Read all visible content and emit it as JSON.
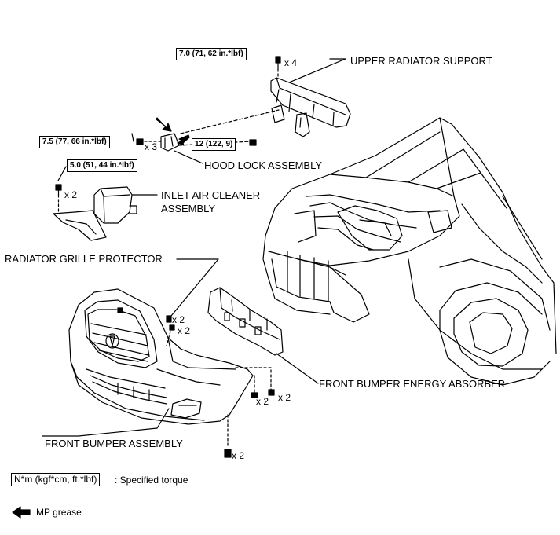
{
  "parts": {
    "upper_radiator_support": "UPPER RADIATOR SUPPORT",
    "hood_lock_assembly": "HOOD LOCK ASSEMBLY",
    "inlet_air_cleaner_line1": "INLET AIR CLEANER",
    "inlet_air_cleaner_line2": "ASSEMBLY",
    "radiator_grille_protector": "RADIATOR GRILLE PROTECTOR",
    "front_bumper_energy_absorber": "FRONT BUMPER ENERGY ABSORBER",
    "front_bumper_assembly": "FRONT BUMPER ASSEMBLY"
  },
  "torques": {
    "upper_support": "7.0 (71, 62 in.*lbf)",
    "hood_lock_left": "7.5 (77, 66 in.*lbf)",
    "hood_lock_right": "12 (122, 9)",
    "inlet_air": "5.0 (51, 44 in.*lbf)"
  },
  "quantities": {
    "upper_support_bolts": "x 4",
    "hood_lock_bolts": "x 3",
    "inlet_air_bolts": "x 2",
    "grille_protector_clips_a": "x 2",
    "grille_protector_clips_b": "x 2",
    "energy_absorber_screws_a": "x 2",
    "energy_absorber_screws_b": "x 2",
    "bumper_bottom_screws": "x 2"
  },
  "legend": {
    "torque_box": "N*m (kgf*cm, ft.*lbf)",
    "torque_desc": ": Specified torque",
    "grease_label": "MP grease",
    "grease_icon": "left-arrow-icon"
  }
}
